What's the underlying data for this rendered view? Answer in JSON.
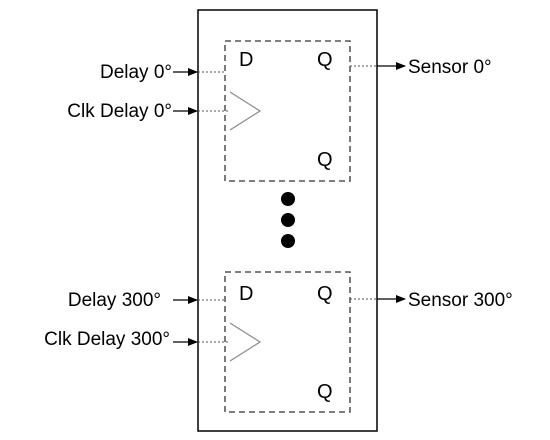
{
  "diagram": {
    "flipflops": [
      {
        "input_label": "Delay 0°",
        "clock_label": "Clk Delay 0°",
        "output_label": "Sensor 0°",
        "pin_d": "D",
        "pin_q": "Q",
        "pin_qbar": "Q"
      },
      {
        "input_label": "Delay 300°",
        "clock_label": "Clk Delay 300°",
        "output_label": "Sensor 300°",
        "pin_d": "D",
        "pin_q": "Q",
        "pin_qbar": "Q"
      }
    ],
    "ellipsis_dot_count": 3,
    "colors": {
      "stroke": "#000000",
      "dashed": "#555555",
      "clock_triangle": "#888888"
    }
  }
}
